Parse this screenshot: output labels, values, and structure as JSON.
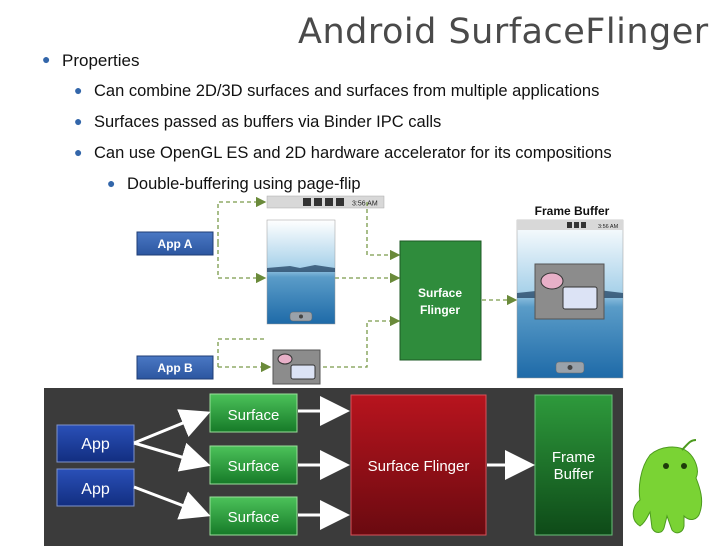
{
  "title": "Android SurfaceFlinger",
  "bullets": {
    "properties": "Properties",
    "combine": "Can combine 2D/3D surfaces and surfaces from multiple applications",
    "buffers": "Surfaces passed as buffers via Binder IPC calls",
    "opengl": "Can use OpenGL ES and 2D hardware accelerator for its compositions",
    "double": "Double-buffering using page-flip"
  },
  "top_diagram": {
    "app_a": "App A",
    "app_b": "App B",
    "surface_flinger_line1": "Surface",
    "surface_flinger_line2": "Flinger",
    "frame_buffer": "Frame Buffer",
    "status_time": "3:56 AM",
    "fb_status_time": "3:56 AM"
  },
  "bottom_diagram": {
    "app1": "App",
    "app2": "App",
    "surface1": "Surface",
    "surface2": "Surface",
    "surface3": "Surface",
    "surface_flinger": "Surface Flinger",
    "frame_line1": "Frame",
    "frame_line2": "Buffer"
  },
  "colors": {
    "app_blue": "#3a67b0",
    "flinger_green": "#2e8b3a",
    "dark_panel": "#3b3b3b",
    "red_flinger": "#a0141c"
  }
}
